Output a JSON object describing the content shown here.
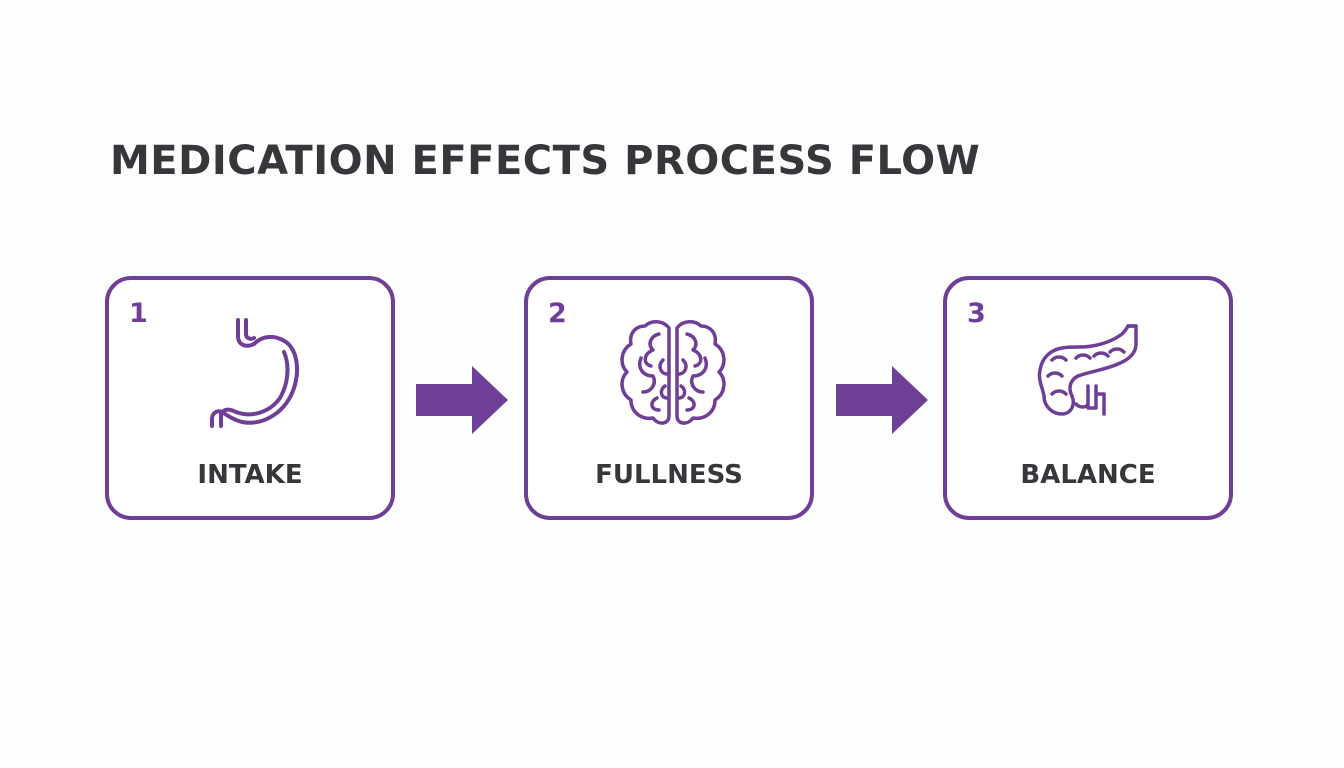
{
  "title": "MEDICATION EFFECTS PROCESS FLOW",
  "accent_color": "#6f3f97",
  "text_color": "#36363b",
  "steps": [
    {
      "number": "1",
      "label": "INTAKE",
      "icon": "stomach-icon"
    },
    {
      "number": "2",
      "label": "FULLNESS",
      "icon": "brain-icon"
    },
    {
      "number": "3",
      "label": "BALANCE",
      "icon": "pancreas-icon"
    }
  ]
}
